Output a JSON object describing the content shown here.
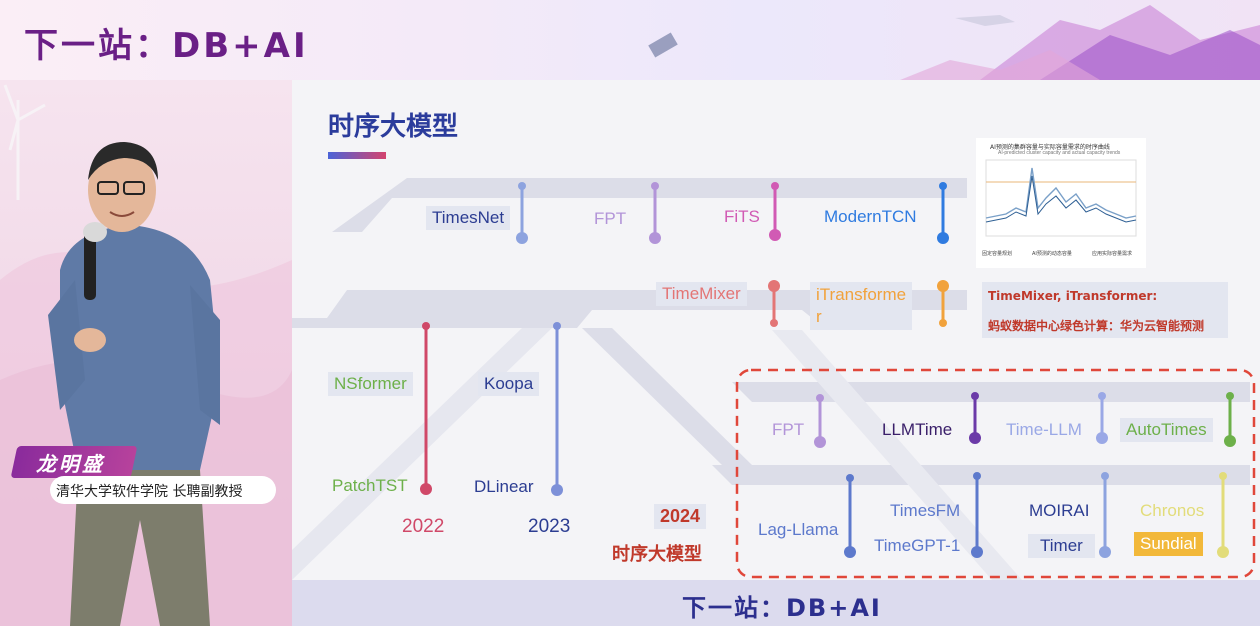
{
  "banner": {
    "title": "下一站：DB+AI"
  },
  "speaker": {
    "name": "龙明盛",
    "title": "清华大学软件学院 长聘副教授"
  },
  "slide": {
    "title": "时序大模型",
    "timeline_years": [
      "2022",
      "2023"
    ],
    "year_2024": "2024",
    "label_2024": "时序大模型",
    "models": {
      "timesnet": "TimesNet",
      "fpt_top": "FPT",
      "fits": "FiTS",
      "moderntcn": "ModernTCN",
      "timemixer": "TimeMixer",
      "itransformer_a": "iTransforme",
      "itransformer_b": "r",
      "nsformer": "NSformer",
      "koopa": "Koopa",
      "patchtst": "PatchTST",
      "dlinear": "DLinear",
      "fpt": "FPT",
      "llmtime": "LLMTime",
      "timellm": "Time-LLM",
      "autotimes": "AutoTimes",
      "lagllama": "Lag-Llama",
      "timesfm": "TimesFM",
      "timegpt": "TimeGPT-1",
      "moirai": "MOIRAI",
      "timer": "Timer",
      "chronos": "Chronos",
      "sundial": "Sundial"
    },
    "note": {
      "line1": "TimeMixer, iTransformer:",
      "line2": "蚂蚁数据中心绿色计算：华为云智能预测"
    },
    "mini_chart": {
      "title": "AI预测的集群容量与实际容量需求的时序曲线",
      "subtitle": "AI-predicted cluster capacity and actual capacity trends",
      "legend": [
        "固定容量规划",
        "AI预测的动态容量",
        "应用实际容量需求"
      ]
    }
  },
  "footer": {
    "title": "下一站：DB+AI"
  },
  "colors": {
    "accent_blue": "#2b3c9c",
    "accent_red": "#d4436e",
    "dashed_box": "#e0473a"
  }
}
